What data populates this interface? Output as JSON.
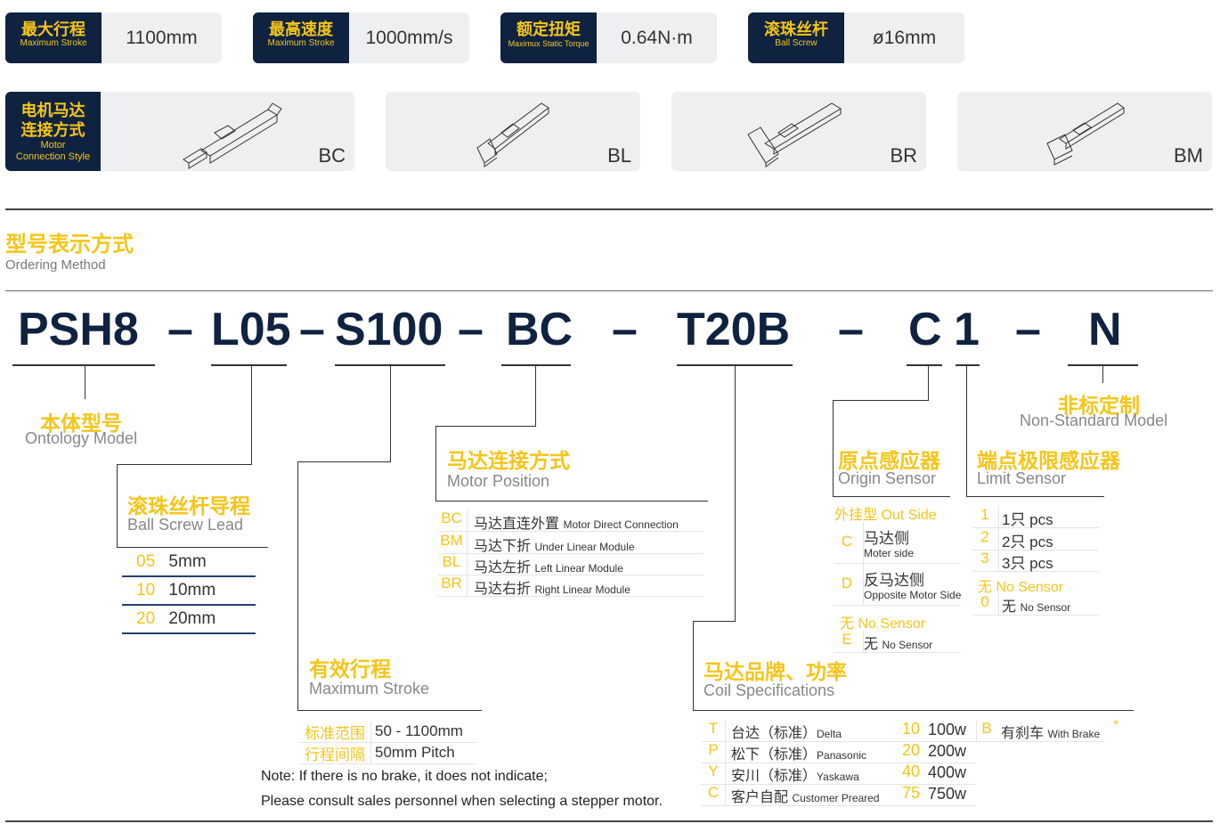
{
  "specs": [
    {
      "cn": "最大行程",
      "en": "Maximum Stroke",
      "value": "1100mm"
    },
    {
      "cn": "最高速度",
      "en": "Maximum Stroke",
      "value": "1000mm/s"
    },
    {
      "cn": "额定扭矩",
      "en": "Maximux Static Torque",
      "value": "0.64N·m"
    },
    {
      "cn": "滚珠丝杆",
      "en": "Ball Screw",
      "value": "ø16mm"
    }
  ],
  "motor_style": {
    "cn1": "电机马达",
    "cn2": "连接方式",
    "en1": "Motor",
    "en2": "Connection Style",
    "codes": [
      "BC",
      "BL",
      "BR",
      "BM"
    ]
  },
  "section": {
    "title": "型号表示方式",
    "subtitle": "Ordering Method"
  },
  "model": {
    "parts": [
      "PSH8",
      "L05",
      "S100",
      "BC",
      "T20B",
      "C",
      "1",
      "N"
    ],
    "dash": "–"
  },
  "ontology": {
    "cn": "本体型号",
    "en": "Ontology Model"
  },
  "lead": {
    "cn": "滚珠丝杆导程",
    "en": "Ball Screw Lead",
    "rows": [
      {
        "k": "05",
        "v": "5mm"
      },
      {
        "k": "10",
        "v": "10mm"
      },
      {
        "k": "20",
        "v": "20mm"
      }
    ]
  },
  "motor_position": {
    "cn": "马达连接方式",
    "en": "Motor Position",
    "rows": [
      {
        "k": "BC",
        "cn": "马达直连外置",
        "en": "Motor Direct Connection"
      },
      {
        "k": "BM",
        "cn": "马达下折",
        "en": "Under Linear Module"
      },
      {
        "k": "BL",
        "cn": "马达左折",
        "en": "Left Linear Module"
      },
      {
        "k": "BR",
        "cn": "马达右折",
        "en": "Right Linear Module"
      }
    ]
  },
  "stroke": {
    "cn": "有效行程",
    "en": "Maximum Stroke",
    "rows": [
      {
        "k": "标准范围",
        "v": "50 - 1100mm"
      },
      {
        "k": "行程间隔",
        "v": "50mm Pitch"
      }
    ]
  },
  "note": [
    "Note: If there is no brake, it does not indicate;",
    "Please consult sales personnel when selecting a stepper motor."
  ],
  "coil": {
    "cn": "马达品牌、功率",
    "en": "Coil Specifications",
    "brands": [
      {
        "k": "T",
        "cn": "台达（标准）",
        "en": "Delta"
      },
      {
        "k": "P",
        "cn": "松下（标准）",
        "en": "Panasonic"
      },
      {
        "k": "Y",
        "cn": "安川（标准）",
        "en": "Yaskawa"
      },
      {
        "k": "C",
        "cn": "客户自配",
        "en": "Customer Preared"
      }
    ],
    "powers": [
      {
        "k": "10",
        "v": "100w"
      },
      {
        "k": "20",
        "v": "200w"
      },
      {
        "k": "40",
        "v": "400w"
      },
      {
        "k": "75",
        "v": "750w"
      }
    ],
    "brake": {
      "k": "B",
      "cn": "有刹车",
      "en": "With Brake",
      "mark": "*"
    }
  },
  "origin": {
    "cn": "原点感应器",
    "en": "Origin Sensor",
    "group1": "外挂型 Out Side",
    "rows": [
      {
        "k": "C",
        "cn": "马达侧",
        "en": "Moter side"
      },
      {
        "k": "D",
        "cn": "反马达侧",
        "en": "Opposite Motor Side"
      }
    ],
    "group2": "无 No Sensor",
    "row_e": {
      "k": "E",
      "cn": "无",
      "en": "No Sensor"
    }
  },
  "limit": {
    "cn": "端点极限感应器",
    "en": "Limit Sensor",
    "rows": [
      {
        "k": "1",
        "v": "1只 pcs"
      },
      {
        "k": "2",
        "v": "2只 pcs"
      },
      {
        "k": "3",
        "v": "3只 pcs"
      }
    ],
    "group2": "无 No Sensor",
    "row_0": {
      "k": "0",
      "cn": "无",
      "en": "No Sensor"
    }
  },
  "nonstd": {
    "cn": "非标定制",
    "en": "Non-Standard Model"
  }
}
